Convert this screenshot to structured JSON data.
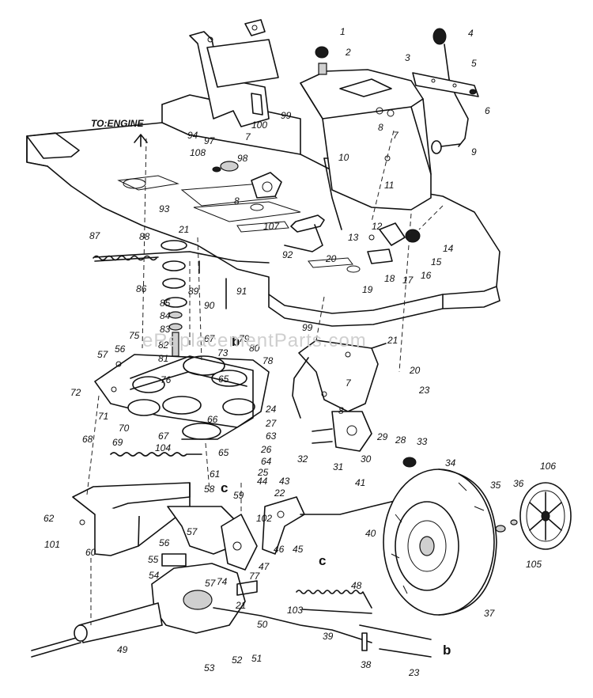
{
  "labels": {
    "to_engine": "TO:ENGINE",
    "watermark": "eReplacementParts.com"
  },
  "callouts": [
    {
      "id": "1",
      "t": "1"
    },
    {
      "id": "2",
      "t": "2"
    },
    {
      "id": "3",
      "t": "3"
    },
    {
      "id": "4",
      "t": "4"
    },
    {
      "id": "5",
      "t": "5"
    },
    {
      "id": "6",
      "t": "6"
    },
    {
      "id": "7a",
      "t": "7"
    },
    {
      "id": "8a",
      "t": "8"
    },
    {
      "id": "9",
      "t": "9"
    },
    {
      "id": "99a",
      "t": "99"
    },
    {
      "id": "10",
      "t": "10"
    },
    {
      "id": "100",
      "t": "100"
    },
    {
      "id": "7b",
      "t": "7"
    },
    {
      "id": "94",
      "t": "94"
    },
    {
      "id": "97",
      "t": "97"
    },
    {
      "id": "108",
      "t": "108"
    },
    {
      "id": "98",
      "t": "98"
    },
    {
      "id": "8b",
      "t": "8"
    },
    {
      "id": "93",
      "t": "93"
    },
    {
      "id": "107",
      "t": "107"
    },
    {
      "id": "11",
      "t": "11"
    },
    {
      "id": "12",
      "t": "12"
    },
    {
      "id": "13",
      "t": "13"
    },
    {
      "id": "14",
      "t": "14"
    },
    {
      "id": "15",
      "t": "15"
    },
    {
      "id": "16",
      "t": "16"
    },
    {
      "id": "17",
      "t": "17"
    },
    {
      "id": "18",
      "t": "18"
    },
    {
      "id": "19",
      "t": "19"
    },
    {
      "id": "20a",
      "t": "20"
    },
    {
      "id": "92",
      "t": "92"
    },
    {
      "id": "87",
      "t": "87"
    },
    {
      "id": "88",
      "t": "88"
    },
    {
      "id": "21a",
      "t": "21"
    },
    {
      "id": "86",
      "t": "86"
    },
    {
      "id": "89",
      "t": "89"
    },
    {
      "id": "91",
      "t": "91"
    },
    {
      "id": "85",
      "t": "85"
    },
    {
      "id": "90",
      "t": "90"
    },
    {
      "id": "84",
      "t": "84"
    },
    {
      "id": "83",
      "t": "83"
    },
    {
      "id": "82",
      "t": "82"
    },
    {
      "id": "75",
      "t": "75"
    },
    {
      "id": "81",
      "t": "81"
    },
    {
      "id": "67a",
      "t": "67"
    },
    {
      "id": "73",
      "t": "73"
    },
    {
      "id": "79",
      "t": "79"
    },
    {
      "id": "80",
      "t": "80"
    },
    {
      "id": "78",
      "t": "78"
    },
    {
      "id": "57a",
      "t": "57"
    },
    {
      "id": "56a",
      "t": "56"
    },
    {
      "id": "72",
      "t": "72"
    },
    {
      "id": "76",
      "t": "76"
    },
    {
      "id": "65a",
      "t": "65"
    },
    {
      "id": "99b",
      "t": "99"
    },
    {
      "id": "21b",
      "t": "21"
    },
    {
      "id": "20b",
      "t": "20"
    },
    {
      "id": "7c",
      "t": "7"
    },
    {
      "id": "23a",
      "t": "23"
    },
    {
      "id": "8c",
      "t": "8"
    },
    {
      "id": "71",
      "t": "71"
    },
    {
      "id": "66",
      "t": "66"
    },
    {
      "id": "24",
      "t": "24"
    },
    {
      "id": "27",
      "t": "27"
    },
    {
      "id": "63",
      "t": "63"
    },
    {
      "id": "70",
      "t": "70"
    },
    {
      "id": "69",
      "t": "69"
    },
    {
      "id": "67b",
      "t": "67"
    },
    {
      "id": "68",
      "t": "68"
    },
    {
      "id": "104",
      "t": "104"
    },
    {
      "id": "65b",
      "t": "65"
    },
    {
      "id": "26",
      "t": "26"
    },
    {
      "id": "64",
      "t": "64"
    },
    {
      "id": "25",
      "t": "25"
    },
    {
      "id": "61",
      "t": "61"
    },
    {
      "id": "29",
      "t": "29"
    },
    {
      "id": "28",
      "t": "28"
    },
    {
      "id": "33",
      "t": "33"
    },
    {
      "id": "32",
      "t": "32"
    },
    {
      "id": "31",
      "t": "31"
    },
    {
      "id": "30",
      "t": "30"
    },
    {
      "id": "34",
      "t": "34"
    },
    {
      "id": "58",
      "t": "58"
    },
    {
      "id": "59",
      "t": "59"
    },
    {
      "id": "44",
      "t": "44"
    },
    {
      "id": "43",
      "t": "43"
    },
    {
      "id": "22",
      "t": "22"
    },
    {
      "id": "41",
      "t": "41"
    },
    {
      "id": "35",
      "t": "35"
    },
    {
      "id": "36",
      "t": "36"
    },
    {
      "id": "106",
      "t": "106"
    },
    {
      "id": "62",
      "t": "62"
    },
    {
      "id": "102",
      "t": "102"
    },
    {
      "id": "57b",
      "t": "57"
    },
    {
      "id": "101",
      "t": "101"
    },
    {
      "id": "60",
      "t": "60"
    },
    {
      "id": "46",
      "t": "46"
    },
    {
      "id": "45",
      "t": "45"
    },
    {
      "id": "40",
      "t": "40"
    },
    {
      "id": "105",
      "t": "105"
    },
    {
      "id": "56b",
      "t": "56"
    },
    {
      "id": "47",
      "t": "47"
    },
    {
      "id": "55",
      "t": "55"
    },
    {
      "id": "77",
      "t": "77"
    },
    {
      "id": "54",
      "t": "54"
    },
    {
      "id": "57c",
      "t": "57"
    },
    {
      "id": "74",
      "t": "74"
    },
    {
      "id": "48",
      "t": "48"
    },
    {
      "id": "21c",
      "t": "21"
    },
    {
      "id": "103",
      "t": "103"
    },
    {
      "id": "37",
      "t": "37"
    },
    {
      "id": "50",
      "t": "50"
    },
    {
      "id": "39",
      "t": "39"
    },
    {
      "id": "49",
      "t": "49"
    },
    {
      "id": "53",
      "t": "53"
    },
    {
      "id": "52",
      "t": "52"
    },
    {
      "id": "51",
      "t": "51"
    },
    {
      "id": "38",
      "t": "38"
    },
    {
      "id": "23b",
      "t": "23"
    }
  ],
  "markers": [
    {
      "id": "b1",
      "t": "b"
    },
    {
      "id": "c1",
      "t": "c"
    },
    {
      "id": "c2",
      "t": "c"
    },
    {
      "id": "b2",
      "t": "b"
    }
  ]
}
